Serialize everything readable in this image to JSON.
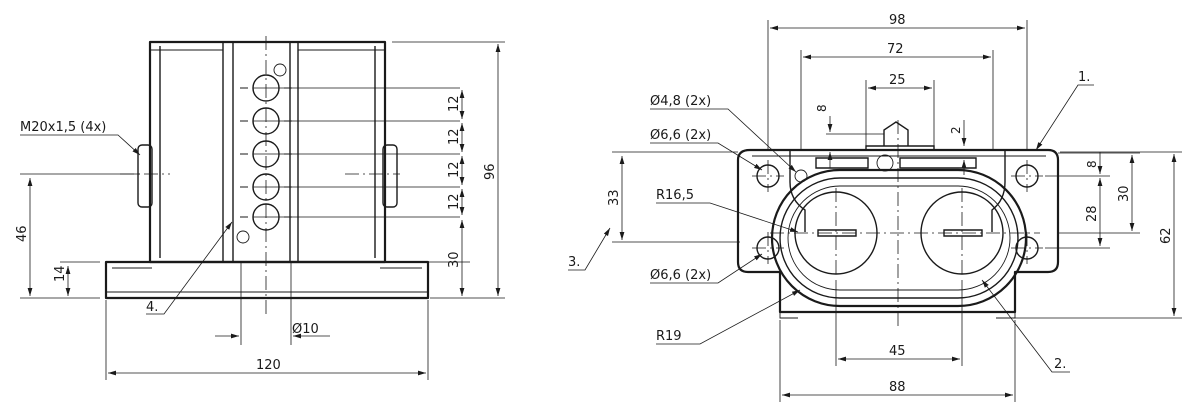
{
  "front_view": {
    "thread_label": "M20x1,5 (4x)",
    "width_120": "120",
    "height_96": "96",
    "height_46": "46",
    "height_14": "14",
    "height_30": "30",
    "pitch_12_a": "12",
    "pitch_12_b": "12",
    "pitch_12_c": "12",
    "pitch_12_d": "12",
    "diameter_10": "Ø10",
    "callout_4": "4."
  },
  "side_view": {
    "width_98": "98",
    "width_72": "72",
    "width_25": "25",
    "dim_8_top": "8",
    "dim_2": "2",
    "hole_4_8": "Ø4,8 (2x)",
    "hole_6_6_upper": "Ø6,6 (2x)",
    "hole_6_6_lower": "Ø6,6 (2x)",
    "radius_16_5": "R16,5",
    "radius_19": "R19",
    "height_33": "33",
    "height_8": "8",
    "height_28": "28",
    "height_30": "30",
    "height_62": "62",
    "width_45": "45",
    "width_88": "88",
    "callout_1": "1.",
    "callout_2": "2.",
    "callout_3": "3."
  }
}
